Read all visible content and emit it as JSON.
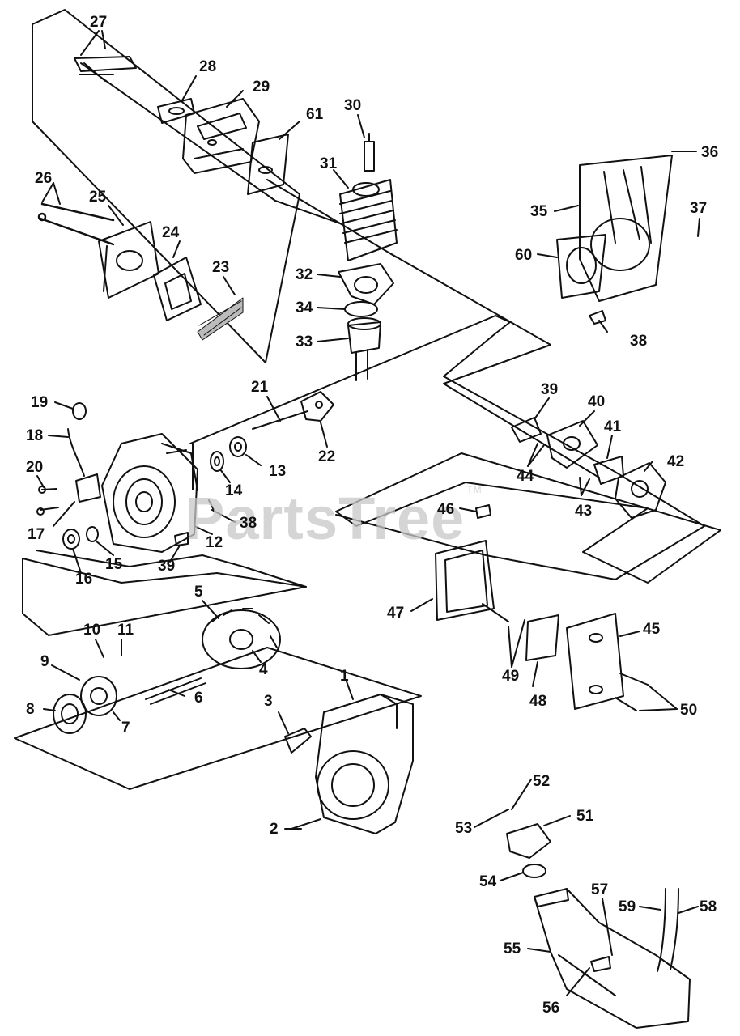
{
  "watermark": {
    "text": "PartsTree",
    "tm": "TM"
  },
  "callouts": [
    {
      "id": "c27",
      "text": "27"
    },
    {
      "id": "c28",
      "text": "28"
    },
    {
      "id": "c29",
      "text": "29"
    },
    {
      "id": "c30",
      "text": "30"
    },
    {
      "id": "c61",
      "text": "61"
    },
    {
      "id": "c31",
      "text": "31"
    },
    {
      "id": "c36",
      "text": "36"
    },
    {
      "id": "c26",
      "text": "26"
    },
    {
      "id": "c25",
      "text": "25"
    },
    {
      "id": "c24",
      "text": "24"
    },
    {
      "id": "c23",
      "text": "23"
    },
    {
      "id": "c35",
      "text": "35"
    },
    {
      "id": "c37",
      "text": "37"
    },
    {
      "id": "c60",
      "text": "60"
    },
    {
      "id": "c32",
      "text": "32"
    },
    {
      "id": "c34",
      "text": "34"
    },
    {
      "id": "c33",
      "text": "33"
    },
    {
      "id": "c38a",
      "text": "38"
    },
    {
      "id": "c21",
      "text": "21"
    },
    {
      "id": "c19",
      "text": "19"
    },
    {
      "id": "c39a",
      "text": "39"
    },
    {
      "id": "c40",
      "text": "40"
    },
    {
      "id": "c18",
      "text": "18"
    },
    {
      "id": "c22",
      "text": "22"
    },
    {
      "id": "c13",
      "text": "13"
    },
    {
      "id": "c41",
      "text": "41"
    },
    {
      "id": "c42",
      "text": "42"
    },
    {
      "id": "c20",
      "text": "20"
    },
    {
      "id": "c44",
      "text": "44"
    },
    {
      "id": "c14",
      "text": "14"
    },
    {
      "id": "c43",
      "text": "43"
    },
    {
      "id": "c46",
      "text": "46"
    },
    {
      "id": "c38b",
      "text": "38"
    },
    {
      "id": "c17",
      "text": "17"
    },
    {
      "id": "c12",
      "text": "12"
    },
    {
      "id": "c15",
      "text": "15"
    },
    {
      "id": "c39b",
      "text": "39"
    },
    {
      "id": "c16",
      "text": "16"
    },
    {
      "id": "c5",
      "text": "5"
    },
    {
      "id": "c47",
      "text": "47"
    },
    {
      "id": "c45",
      "text": "45"
    },
    {
      "id": "c10",
      "text": "10"
    },
    {
      "id": "c11",
      "text": "11"
    },
    {
      "id": "c4",
      "text": "4"
    },
    {
      "id": "c9",
      "text": "9"
    },
    {
      "id": "c49",
      "text": "49"
    },
    {
      "id": "c1",
      "text": "1"
    },
    {
      "id": "c6",
      "text": "6"
    },
    {
      "id": "c3",
      "text": "3"
    },
    {
      "id": "c48",
      "text": "48"
    },
    {
      "id": "c8",
      "text": "8"
    },
    {
      "id": "c7",
      "text": "7"
    },
    {
      "id": "c50",
      "text": "50"
    },
    {
      "id": "c52",
      "text": "52"
    },
    {
      "id": "c51",
      "text": "51"
    },
    {
      "id": "c53",
      "text": "53"
    },
    {
      "id": "c2",
      "text": "2"
    },
    {
      "id": "c54",
      "text": "54"
    },
    {
      "id": "c57",
      "text": "57"
    },
    {
      "id": "c59",
      "text": "59"
    },
    {
      "id": "c58",
      "text": "58"
    },
    {
      "id": "c55",
      "text": "55"
    },
    {
      "id": "c56",
      "text": "56"
    }
  ]
}
